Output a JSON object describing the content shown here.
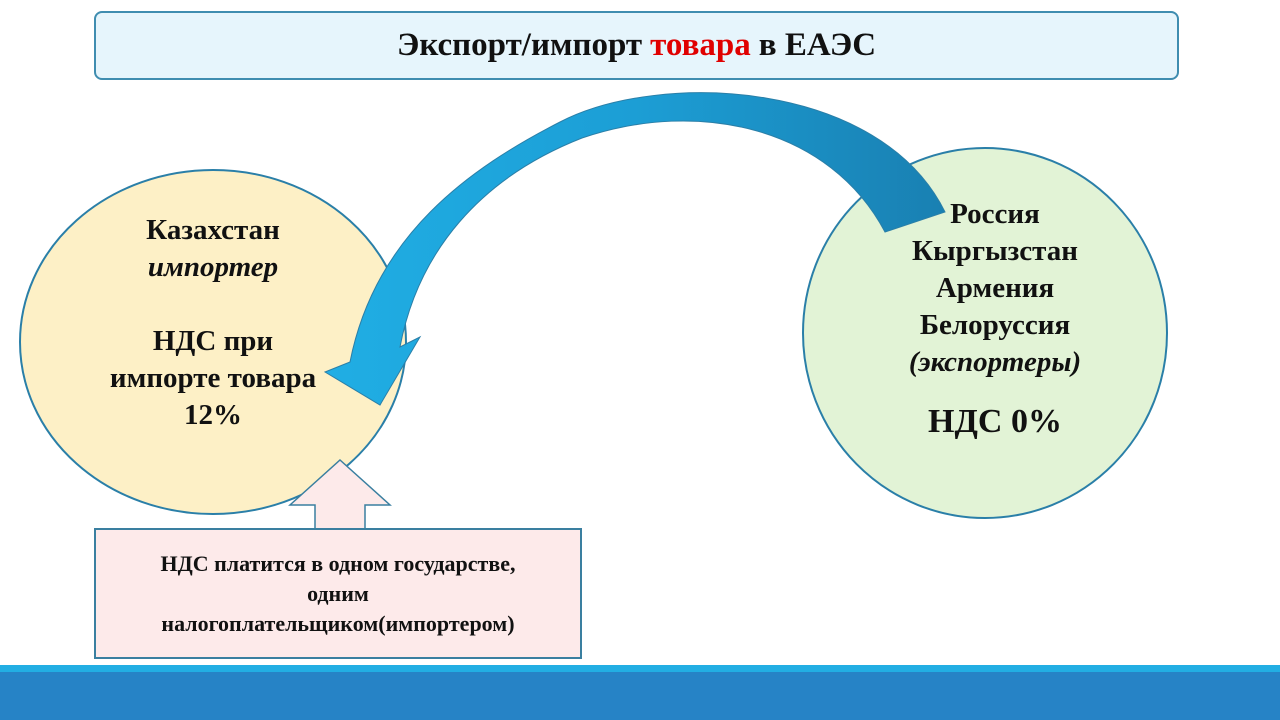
{
  "title": {
    "part1": "Экспорт/импорт",
    "highlight": "товара",
    "part2": "в ЕАЭС",
    "highlight_color": "#e00000"
  },
  "importer": {
    "country": "Казахстан",
    "role": "импортер",
    "vat_line1": "НДС при",
    "vat_line2": "импорте товара",
    "vat_rate": "12%"
  },
  "exporters": {
    "countries": [
      "Россия",
      "Кыргызстан",
      "Армения",
      "Белоруссия"
    ],
    "role": "(экспортеры)",
    "vat": "НДС 0%"
  },
  "note": {
    "line1": "НДС платится в одном государстве,",
    "line2": "одним",
    "line3": "налогоплательщиком(импортером)"
  }
}
